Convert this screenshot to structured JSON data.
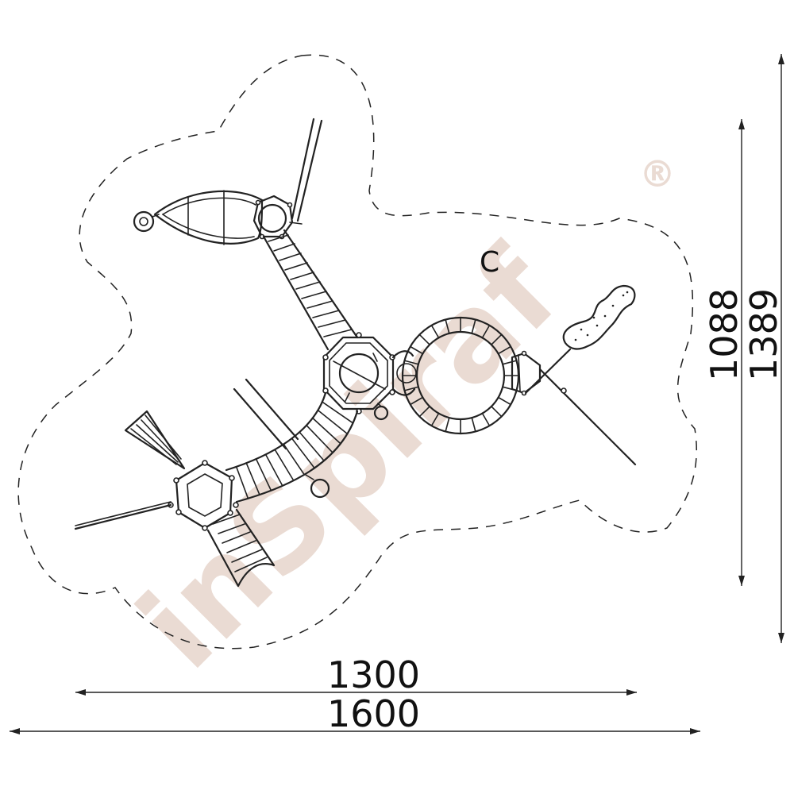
{
  "watermark": {
    "text": "inSpiraf",
    "registered_mark": "®"
  },
  "zone_label": "C",
  "dimensions": {
    "inner_width": "1300",
    "outer_width": "1600",
    "inner_height": "1088",
    "outer_height": "1389"
  },
  "colors": {
    "line": "#222222",
    "watermark": "#eadbd3",
    "background": "#ffffff"
  }
}
